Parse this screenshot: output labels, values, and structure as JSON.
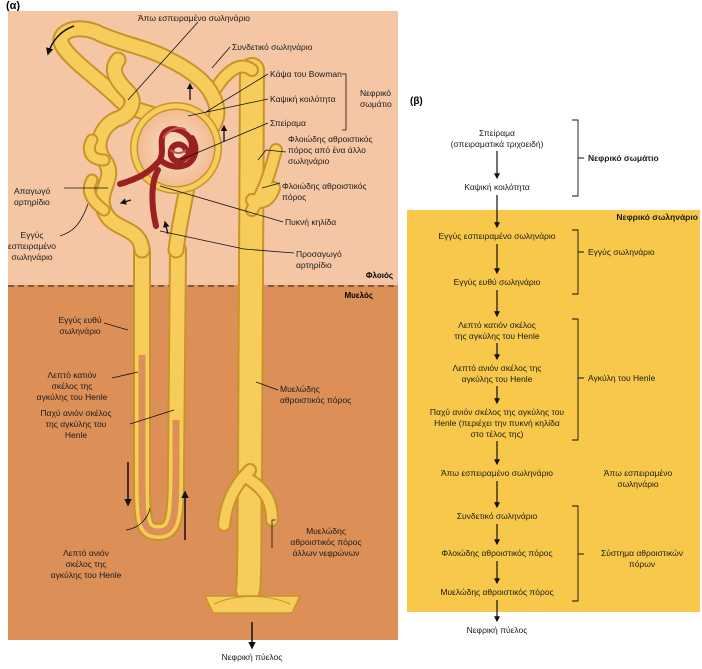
{
  "panel_a": {
    "tag": "(α)",
    "zone_cortex": "Φλοιός",
    "zone_medulla": "Μυελός",
    "labels": {
      "distal": "Άπω εσπειραμένο σωληνάριο",
      "connecting": "Συνδετικό σωληνάριο",
      "bowman": "Κάψα του Bowman",
      "capsular_space": "Καψική κοιλότητα",
      "glomerulus": "Σπείραμα",
      "renal_corpuscle_1": "Νεφρικό",
      "renal_corpuscle_2": "σωμάτιο",
      "cortical_cd_other_1": "Φλοιώδης αθροιστικός",
      "cortical_cd_other_2": "πόρος από ένα άλλο",
      "cortical_cd_other_3": "σωληνάριο",
      "cortical_cd_1": "Φλοιώδης αθροιστικός",
      "cortical_cd_2": "πόρος",
      "efferent_1": "Απαγωγό",
      "efferent_2": "αρτηρίδιο",
      "macula_densa": "Πυκνή κηλίδα",
      "proximal_conv_1": "Εγγύς",
      "proximal_conv_2": "εσπειραμένο",
      "proximal_conv_3": "σωληνάριο",
      "afferent_1": "Προσαγωγό",
      "afferent_2": "αρτηρίδιο",
      "proximal_straight_1": "Εγγύς ευθύ",
      "proximal_straight_2": "σωληνάριο",
      "thin_desc_1": "Λεπτό κατιόν",
      "thin_desc_2": "σκέλος της",
      "thin_desc_3": "αγκύλης του Henle",
      "thick_asc_1": "Παχύ ανιόν σκέλος",
      "thick_asc_2": "της αγκύλης του",
      "thick_asc_3": "Henle",
      "medullary_cd_1": "Μυελώδης",
      "medullary_cd_2": "αθροιστικός πόρος",
      "thin_asc_1": "Λεπτό ανιόν",
      "thin_asc_2": "σκέλος της",
      "thin_asc_3": "αγκύλης του Henle",
      "medullary_cd_other_1": "Μυελώδης",
      "medullary_cd_other_2": "αθροιστικός πόρος",
      "medullary_cd_other_3": "άλλων νεφρώνων",
      "renal_pelvis": "Νεφρική πύελος"
    }
  },
  "panel_b": {
    "tag": "(β)",
    "flow": [
      {
        "line1": "Σπείραμα",
        "line2": "(σπειραματικά τριχοειδή)"
      },
      {
        "line1": "Καψική κοιλότητα"
      },
      {
        "line1": "Εγγύς εσπειραμένο σωληνάριο"
      },
      {
        "line1": "Εγγύς ευθύ σωληνάριο"
      },
      {
        "line1": "Λεπτό κατιόν σκέλος",
        "line2": "της αγκύλης του Henle"
      },
      {
        "line1": "Λεπτό ανιόν σκέλος της",
        "line2": "αγκύλης του Henle"
      },
      {
        "line1": "Παχύ ανιόν σκέλος της αγκύλης του",
        "line2": "Henle (περιέχει την πυκνή κηλίδα",
        "line3": "στο τέλος της)"
      },
      {
        "line1": "Άπω εσπειραμένο σωληνάριο"
      },
      {
        "line1": "Συνδετικό σωληνάριο"
      },
      {
        "line1": "Φλοιώδης αθροιστικός πόρος"
      },
      {
        "line1": "Μυελώδης αθροιστικός πόρος"
      },
      {
        "line1": "Νεφρική πύελος"
      }
    ],
    "groups": {
      "renal_corpuscle": "Νεφρικό σωμάτιο",
      "renal_tubule": "Νεφρικό σωληνάριο",
      "proximal_tubule": "Εγγύς σωληνάριο",
      "loop_of_henle": "Αγκύλη του Henle",
      "distal_1": "Άπω εσπειραμένο",
      "distal_2": "σωληνάριο",
      "collecting_1": "Σύστημα αθροιστικών",
      "collecting_2": "πόρων"
    }
  },
  "colors": {
    "cortex_bg": "#f4c6a4",
    "medulla_bg": "#dd8f58",
    "tubule": "#f6cd5a",
    "tubule_edge": "#c9932a",
    "vessel": "#9b2020",
    "renal_tubule_box": "#f7c84a"
  }
}
